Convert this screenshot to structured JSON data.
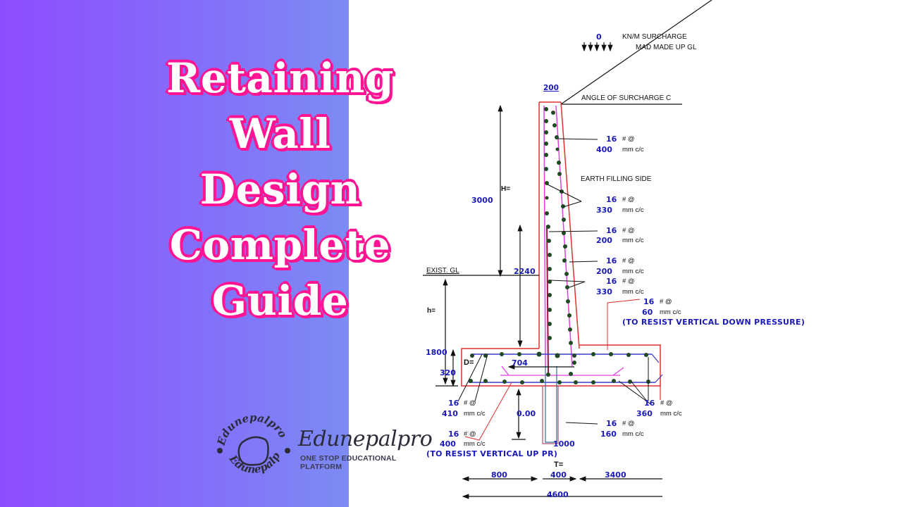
{
  "title": {
    "lines": [
      "Retaining",
      "Wall",
      "Design",
      "Complete",
      "Guide"
    ]
  },
  "brand": {
    "name": "Edunepalpro",
    "tagline": "ONE STOP EDUCATIONAL PLATFORM",
    "badge_top": "Edunepalpro",
    "badge_bottom": "Edunepalpro"
  },
  "colors": {
    "gradient_start": "#8e4dff",
    "gradient_end": "#7c8bf3",
    "title_fill": "#ffffff",
    "title_stroke": "#ff1493",
    "dim_blue": "#1a1ab8",
    "outline_red": "#e03030",
    "bar_magenta": "#e040e0",
    "rebar_dot": "#1f4a24"
  },
  "diagram": {
    "surcharge_value": "0",
    "surcharge_label": "KN/M SURCHARGE",
    "made_up_gl": "MAD  MADE UP GL",
    "stem_top_width": "200",
    "angle_label": "ANGLE OF SURCHARGE C",
    "earth_side": "EARTH FILLING SIDE",
    "h_label": "H=",
    "h_value": "3000",
    "exist_gl": "EXIST. GL",
    "depth_value": "2240",
    "small_h_label": "h=",
    "base_depth": "1800",
    "thickness_value": "320",
    "d_label": "D=",
    "heel_dim": "704",
    "key_depth": "0.00",
    "key_width": "1000",
    "t_label": "T=",
    "toe_width": "800",
    "stem_width": "400",
    "heel_width": "3400",
    "total_width": "4600",
    "rebars": [
      {
        "dia": "16",
        "sym": "# @",
        "spacing": "400",
        "unit": "mm c/c"
      },
      {
        "dia": "16",
        "sym": "# @",
        "spacing": "330",
        "unit": "mm c/c"
      },
      {
        "dia": "16",
        "sym": "# @",
        "spacing": "200",
        "unit": "mm c/c"
      },
      {
        "dia": "16",
        "sym": "# @",
        "spacing": "200",
        "unit": "mm c/c"
      },
      {
        "dia": "16",
        "sym": "# @",
        "spacing": "330",
        "unit": "mm c/c"
      },
      {
        "dia": "16",
        "sym": "# @",
        "spacing": "60",
        "unit": "mm c/c"
      },
      {
        "dia": "16",
        "sym": "# @",
        "spacing": "410",
        "unit": "mm c/c"
      },
      {
        "dia": "16",
        "sym": "# @",
        "spacing": "400",
        "unit": "mm c/c"
      },
      {
        "dia": "16",
        "sym": "# @",
        "spacing": "160",
        "unit": "mm c/c"
      },
      {
        "dia": "16",
        "sym": "# @",
        "spacing": "360",
        "unit": "mm c/c"
      }
    ],
    "note_down": "(TO RESIST VERTICAL DOWN PRESSURE)",
    "note_up": "(TO RESIST VERTICAL UP PR)"
  }
}
